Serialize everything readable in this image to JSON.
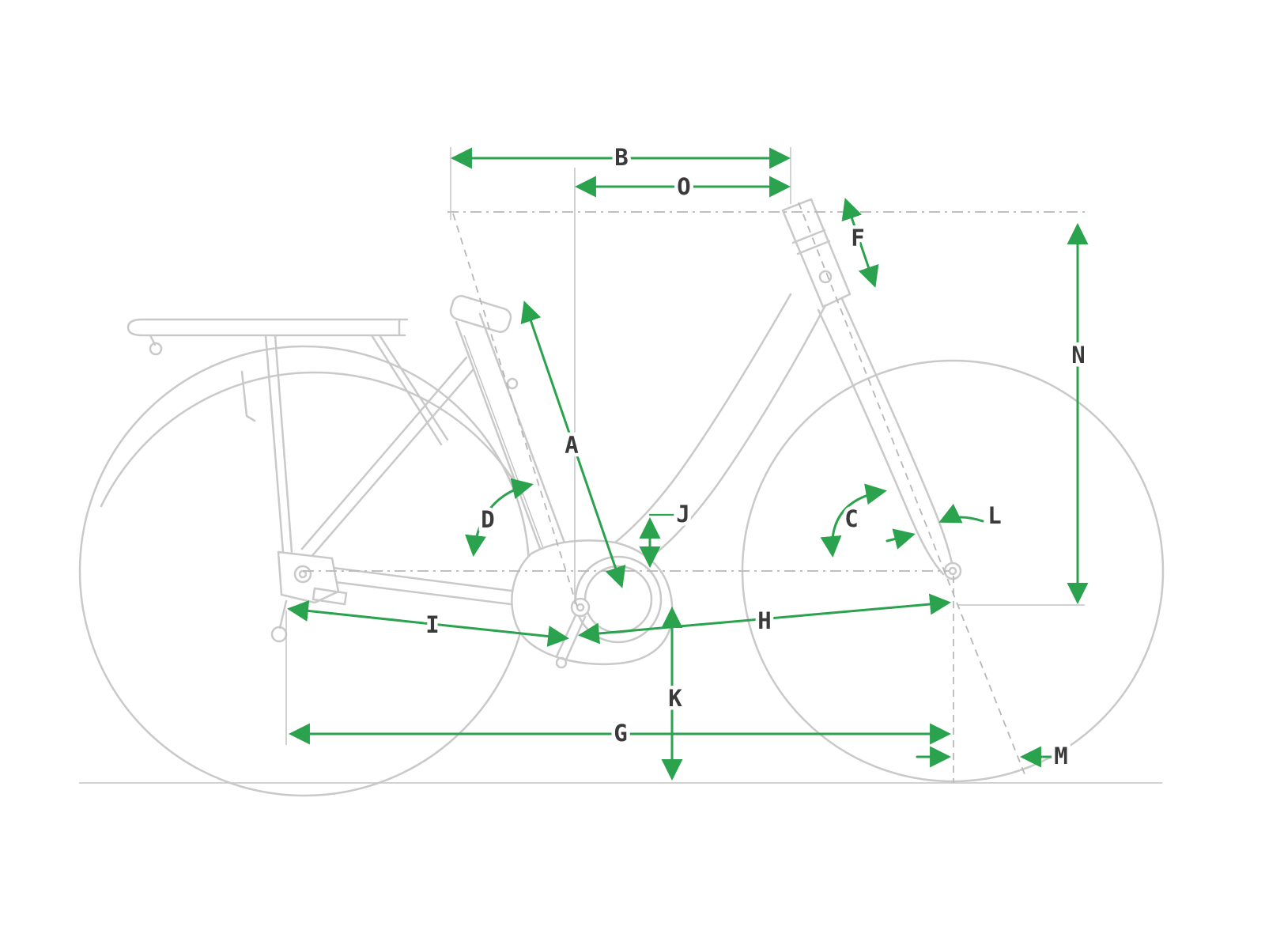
{
  "diagram": {
    "kind": "bicycle-geometry-diagram",
    "labels": {
      "A": "A",
      "B": "B",
      "C": "C",
      "D": "D",
      "F": "F",
      "G": "G",
      "H": "H",
      "I": "I",
      "J": "J",
      "K": "K",
      "L": "L",
      "M": "M",
      "N": "N",
      "O": "O"
    },
    "colors": {
      "dimension_green": "#2BA24D",
      "label_text": "#3A3A3A",
      "bike_line": "#C9C9C9",
      "construction_line": "#B8B8B8",
      "background": "#FFFFFF"
    }
  }
}
